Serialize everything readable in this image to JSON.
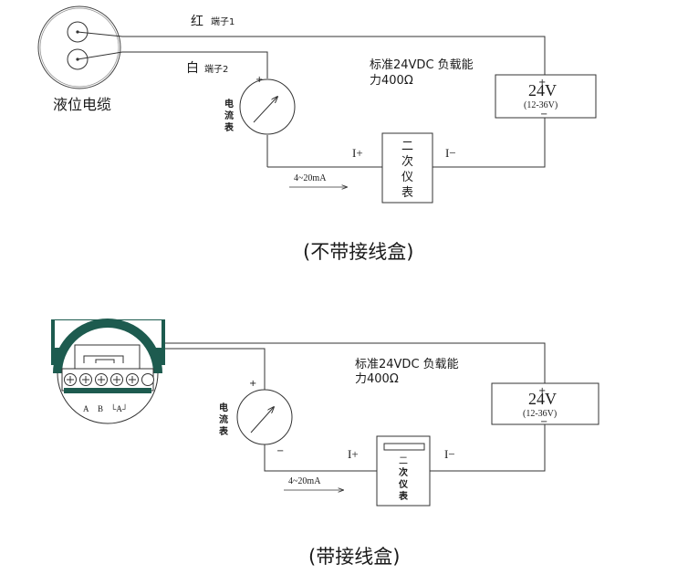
{
  "section1": {
    "cable_label": "液位电缆",
    "wire_red": "红",
    "terminal_1": "端子1",
    "wire_white": "白",
    "terminal_2": "端子2",
    "ammeter": {
      "plus": "+",
      "chars": [
        "电",
        "流",
        "表"
      ]
    },
    "supply_note_line1": "标准24VDC 负载能",
    "supply_note_line2": "力400Ω",
    "power": {
      "plus": "+",
      "voltage": "24V",
      "range": "(12-36V)",
      "minus": "−"
    },
    "instrument": {
      "chars": [
        "二",
        "次",
        "仪",
        "表"
      ]
    },
    "i_plus": "I+",
    "i_minus": "I−",
    "current": "4~20mA",
    "caption": "(不带接线盒)"
  },
  "section2": {
    "terminal_labels": [
      "A",
      "B",
      "└A┘"
    ],
    "ammeter": {
      "plus": "+",
      "minus": "−",
      "chars": [
        "电",
        "流",
        "表"
      ]
    },
    "supply_note_line1": "标准24VDC 负载能",
    "supply_note_line2": "力400Ω",
    "power": {
      "plus": "+",
      "voltage": "24V",
      "range": "(12-36V)",
      "minus": "−"
    },
    "instrument": {
      "chars": [
        "二",
        "次",
        "仪",
        "表"
      ]
    },
    "i_plus": "I+",
    "i_minus": "I−",
    "current": "4~20mA",
    "caption": "(带接线盒)"
  },
  "colors": {
    "junction_box_band": "#1d5b4f",
    "line": "#333333"
  }
}
